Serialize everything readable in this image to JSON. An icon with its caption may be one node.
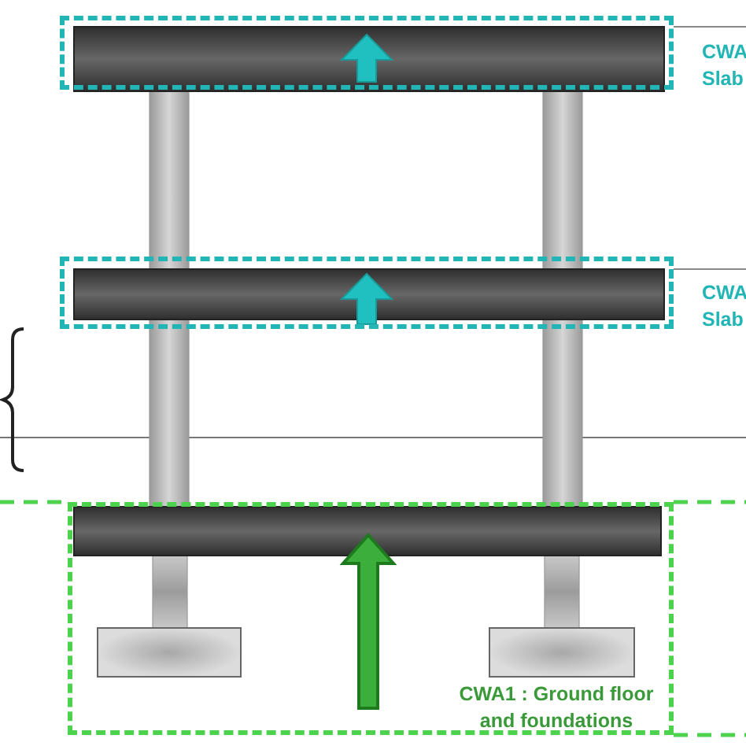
{
  "diagram": {
    "nodes": [
      {
        "text": [
          "CWA Slab"
        ]
      },
      {
        "text": [
          "CWA Slab"
        ]
      },
      {
        "text": [
          "CWA1 : Ground floor and foundations"
        ]
      }
    ],
    "edges": []
  }
}
